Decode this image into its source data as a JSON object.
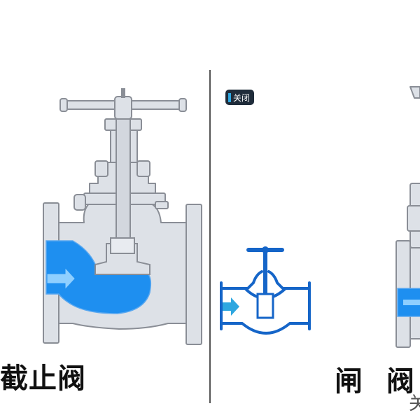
{
  "left_valve": {
    "label": "截止阀"
  },
  "right_valve": {
    "label": "闸 阀"
  },
  "middle_panel": {
    "badge_text": "关闭"
  },
  "corner_text": "关",
  "colors": {
    "flow_blue": "#1e8ff0",
    "body_grey": "#dde1e7",
    "outline_grey": "#8a8e96",
    "arrow_fill": "#8fcfff",
    "schematic_blue": "#1565c8",
    "divider": "#555555"
  },
  "icons": [
    "flow-arrow-icon",
    "handwheel-icon"
  ]
}
